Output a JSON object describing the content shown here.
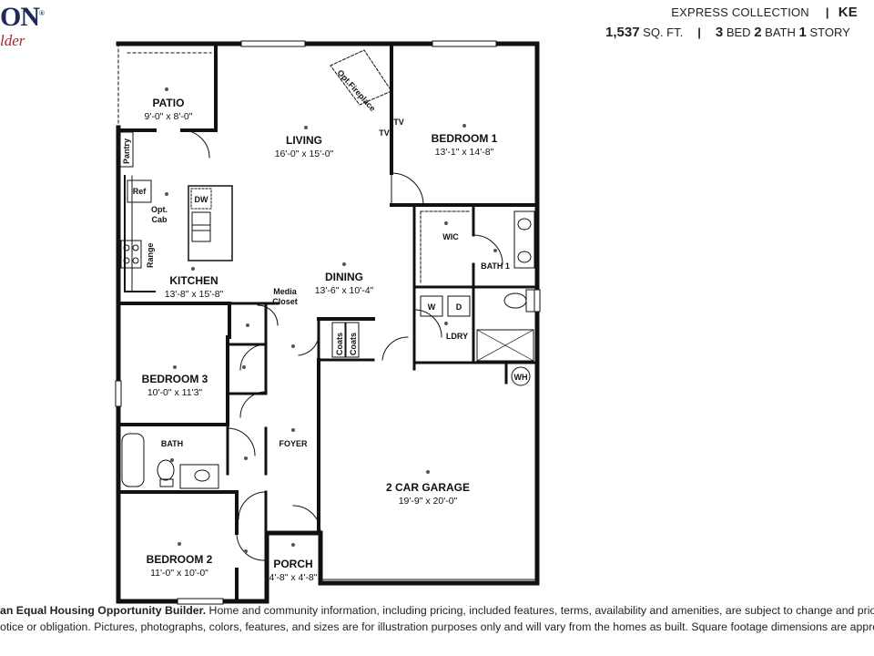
{
  "brand": {
    "wordmark": "ON",
    "tagline": "lder",
    "registered": "®"
  },
  "header": {
    "collection": "EXPRESS COLLECTION",
    "separator": "|",
    "plan_name_partial": "KE",
    "sqft_value": "1,537",
    "sqft_unit": "SQ. FT.",
    "bed_count": "3",
    "bed_label": "BED",
    "bath_count": "2",
    "bath_label": "BATH",
    "story_count": "1",
    "story_label": "STORY"
  },
  "rooms": {
    "patio": {
      "name": "PATIO",
      "dims": "9'-0\" x 8'-0\""
    },
    "living": {
      "name": "LIVING",
      "dims": "16'-0\" x 15'-0\""
    },
    "bedroom1": {
      "name": "BEDROOM 1",
      "dims": "13'-1\" x 14'-8\""
    },
    "kitchen": {
      "name": "KITCHEN",
      "dims": "13'-8\" x 15'-8\""
    },
    "dining": {
      "name": "DINING",
      "dims": "13'-6\" x 10'-4\""
    },
    "bedroom3": {
      "name": "BEDROOM 3",
      "dims": "10'-0\" x 11'3\""
    },
    "bath": {
      "name": "BATH"
    },
    "foyer": {
      "name": "FOYER"
    },
    "garage": {
      "name": "2 CAR GARAGE",
      "dims": "19'-9\" x 20'-0\""
    },
    "bedroom2": {
      "name": "BEDROOM 2",
      "dims": "11'-0\" x 10'-0\""
    },
    "porch": {
      "name": "PORCH",
      "dims": "4'-8\" x 4'-8\""
    },
    "wic": {
      "name": "WIC"
    },
    "bath1": {
      "name": "BATH 1"
    },
    "ldry": {
      "name": "LDRY"
    }
  },
  "fixtures": {
    "pantry": "Pantry",
    "ref": "Ref",
    "opt_cab_1": "Opt.",
    "opt_cab_2": "Cab",
    "dw": "DW",
    "range": "Range",
    "media_1": "Media",
    "media_2": "Closet",
    "coats_a": "Coats",
    "coats_b": "Coats",
    "washer": "W",
    "dryer": "D",
    "water_heater": "WH",
    "tv_a": "TV",
    "tv_b": "TV",
    "fireplace": "Opt.Fireplace"
  },
  "footer": {
    "line1": "an Equal Housing Opportunity Builder. Home and community information, including pricing, included features, terms, availability and amenities, are subject to change and prior sale at any",
    "line1_bold": "an Equal Housing Opportunity Builder.",
    "line1_rest": " Home and community information, including pricing, included features, terms, availability and amenities, are subject to change and prior sale at any",
    "line2": "otice or obligation. Pictures, photographs, colors, features, and sizes are for illustration purposes only and will vary from the homes as built. Square footage dimensions are approximate."
  }
}
